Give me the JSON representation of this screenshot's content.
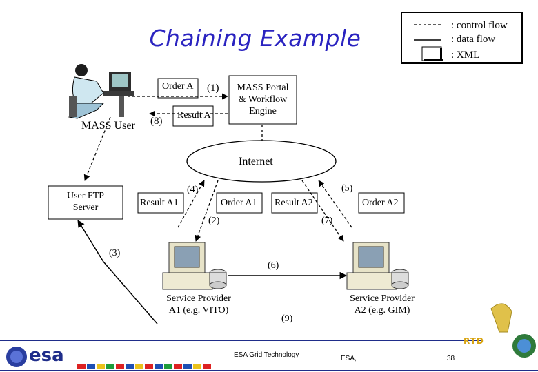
{
  "title": "Chaining Example",
  "legend": {
    "control": ": control flow",
    "data": ": data flow",
    "xml": ": XML"
  },
  "nodes": {
    "user": "MASS User",
    "portal": "MASS Portal & Workflow Engine",
    "portal_lines": [
      "MASS Portal",
      "& Workflow",
      "Engine"
    ],
    "internet": "Internet",
    "ftp_lines": [
      "User FTP",
      "Server"
    ],
    "sp1_lines": [
      "Service Provider",
      "A1 (e.g. VITO)"
    ],
    "sp2_lines": [
      "Service Provider",
      "A2 (e.g. GIM)"
    ]
  },
  "messages": {
    "order_a": "Order A",
    "result_a": "Result A",
    "result_a1": "Result A1",
    "order_a1": "Order A1",
    "result_a2": "Result A2",
    "order_a2": "Order A2"
  },
  "steps": [
    "(1)",
    "(2)",
    "(3)",
    "(4)",
    "(5)",
    "(6)",
    "(7)",
    "(8)",
    "(9)"
  ],
  "footer": {
    "org": "esa",
    "rtd": "RTD",
    "center": "ESA Grid Technology",
    "right": "ESA,",
    "page": "38"
  }
}
